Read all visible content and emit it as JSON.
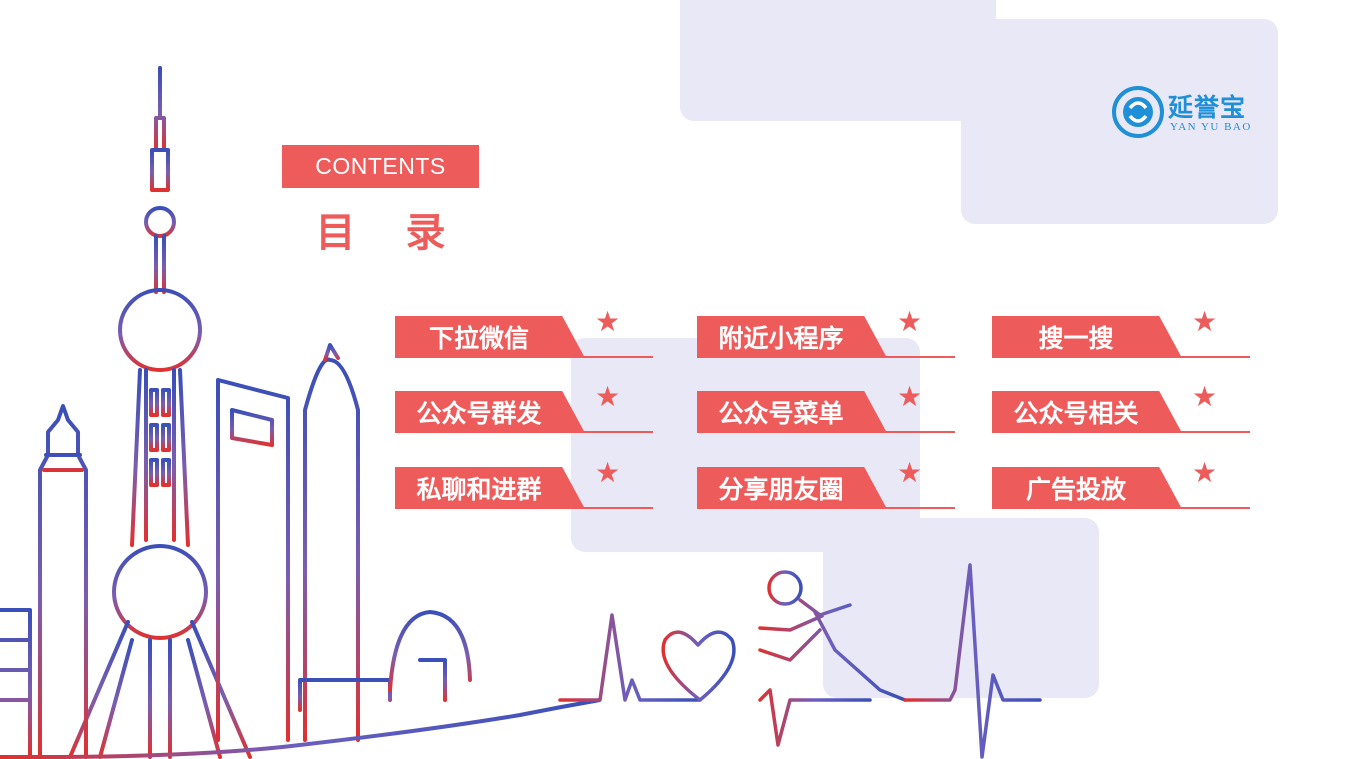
{
  "header": {
    "contents_label": "CONTENTS",
    "title": "目 录"
  },
  "logo": {
    "name_cn": "延誉宝",
    "name_en": "YAN YU BAO"
  },
  "colors": {
    "accent": "#ee5b5b",
    "logo_blue": "#1f8fd8",
    "card_bg": "#e9e8f6"
  },
  "menu": {
    "items": [
      {
        "label": "下拉微信",
        "icon": "star-icon"
      },
      {
        "label": "附近小程序",
        "icon": "star-icon"
      },
      {
        "label": "搜一搜",
        "icon": "star-icon"
      },
      {
        "label": "公众号群发",
        "icon": "star-icon"
      },
      {
        "label": "公众号菜单",
        "icon": "star-icon"
      },
      {
        "label": "公众号相关",
        "icon": "star-icon"
      },
      {
        "label": "私聊和进群",
        "icon": "star-icon"
      },
      {
        "label": "分享朋友圈",
        "icon": "star-icon"
      },
      {
        "label": "广告投放",
        "icon": "star-icon"
      }
    ],
    "star_glyph": "★"
  }
}
